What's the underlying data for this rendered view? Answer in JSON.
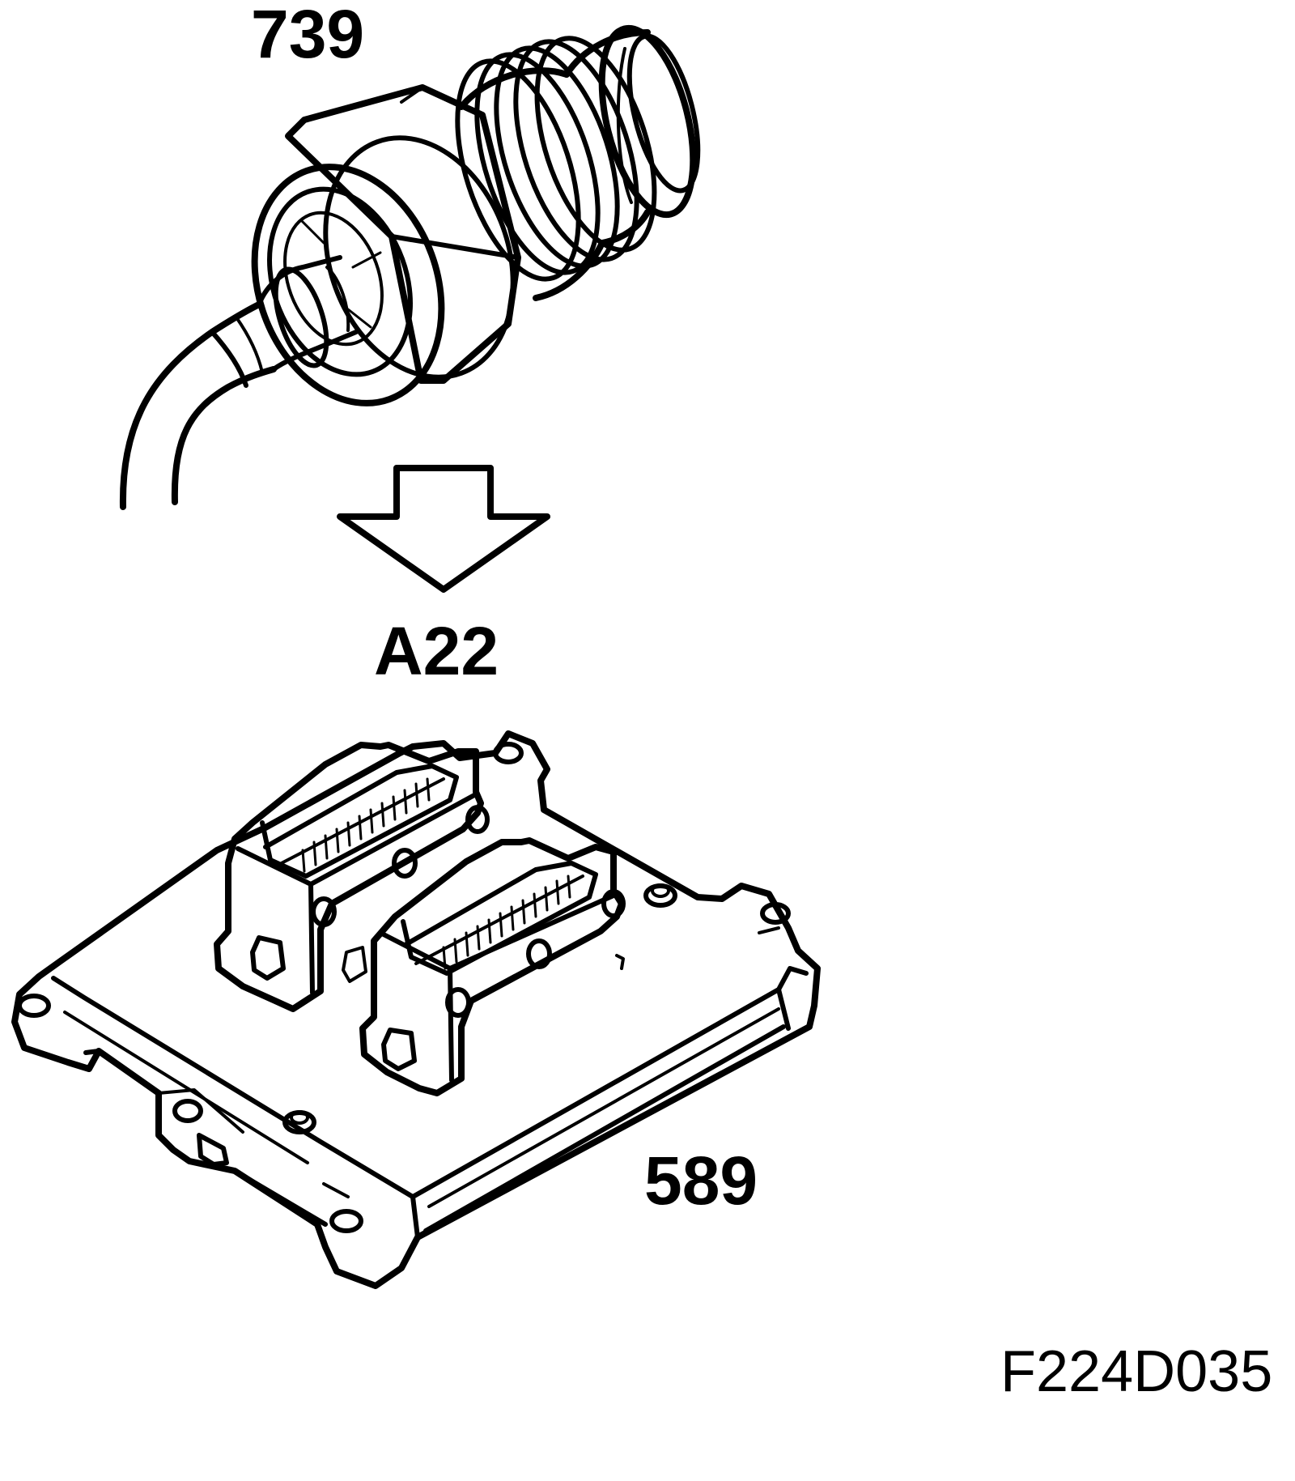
{
  "labels": {
    "sensor_ref": "739",
    "direction_ref": "A22",
    "module_ref": "589",
    "figure_code": "F224D035"
  }
}
